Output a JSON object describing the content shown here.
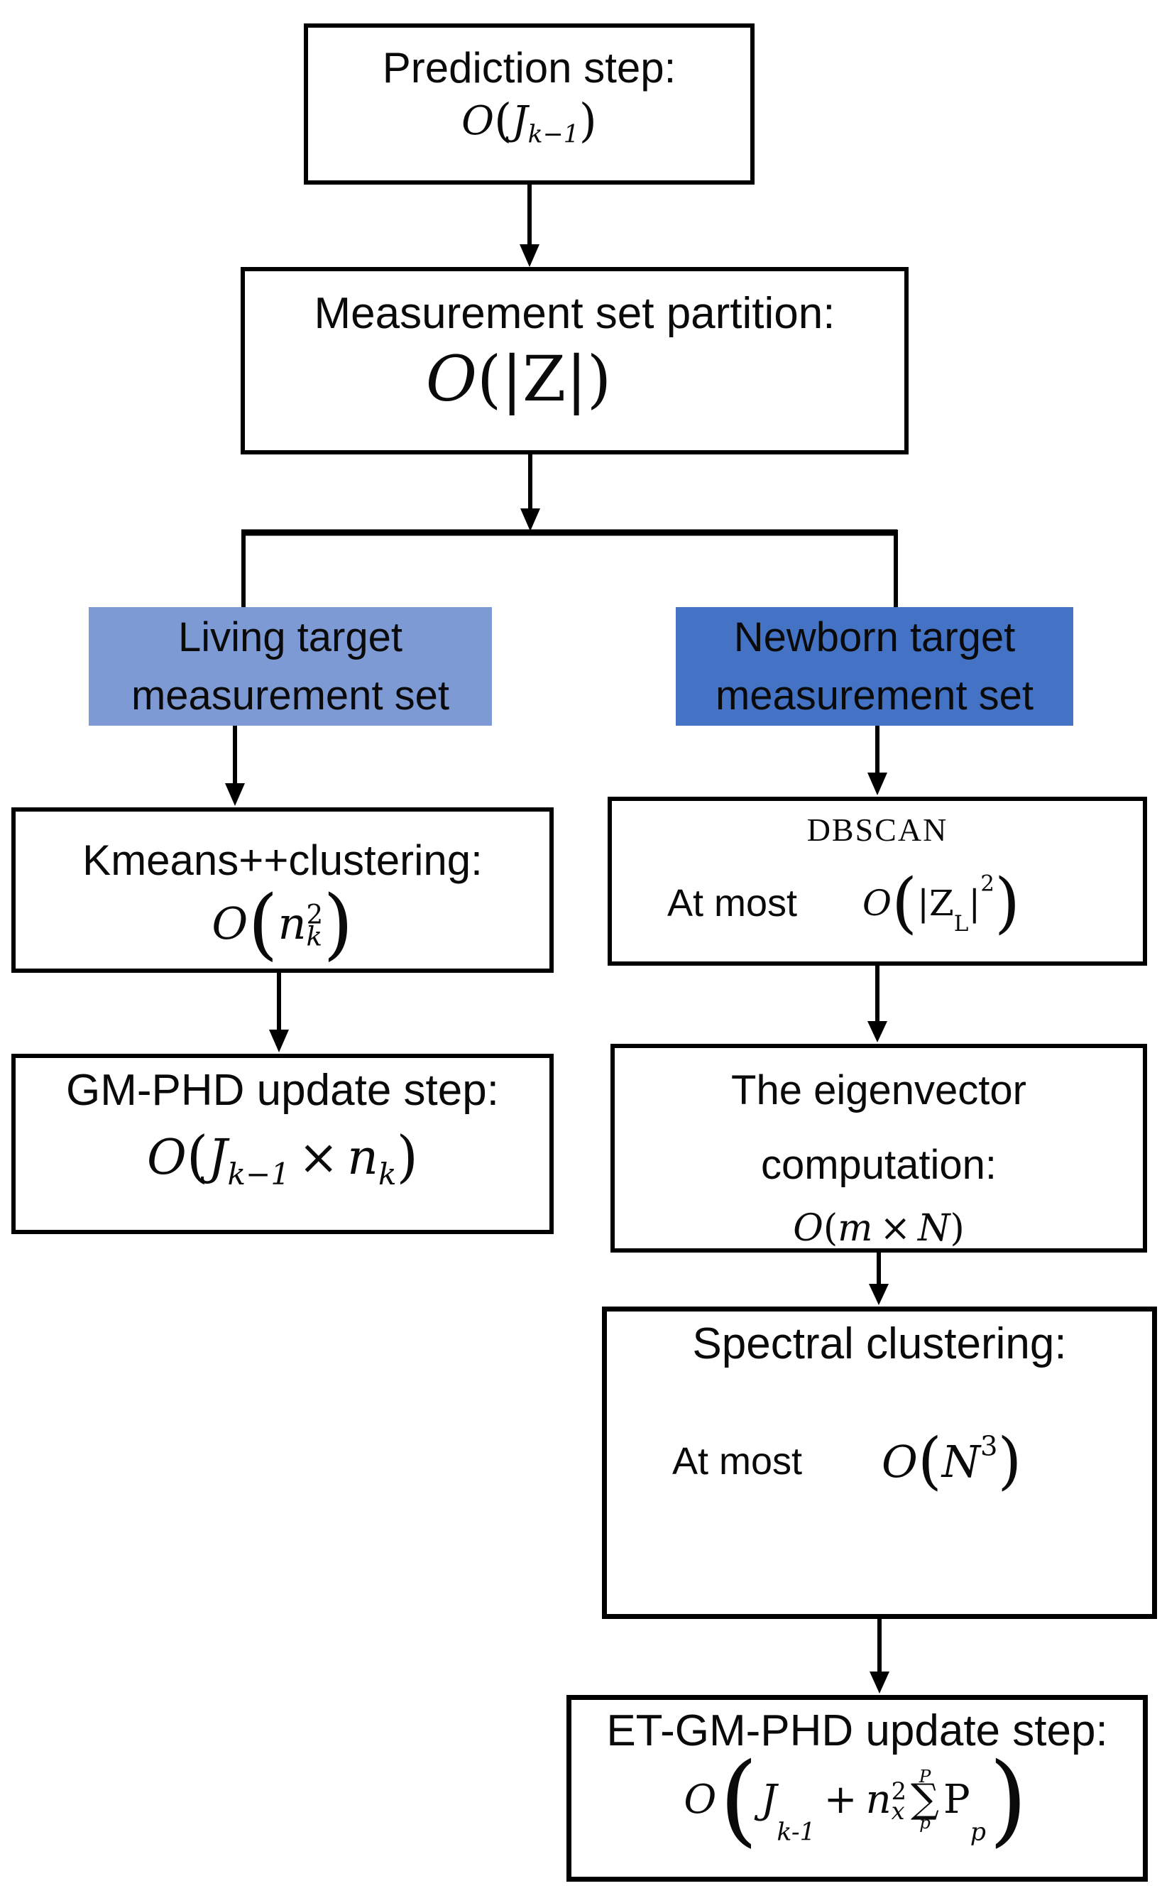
{
  "colors": {
    "living_box_fill": "#7E9AD4",
    "newborn_box_fill": "#4472C4",
    "line_color": "#000000",
    "text_color": "#0A0A0A",
    "background": "#FFFFFF"
  },
  "boxes": {
    "prediction": {
      "title": "Prediction step:",
      "formula": {
        "o": "O",
        "lp": "(",
        "j": "J",
        "jsub": "k−1",
        "rp": ")"
      }
    },
    "partition": {
      "title": "Measurement set partition:",
      "formula": {
        "o": "O",
        "lp": "(",
        "b1": "|",
        "z": "Z",
        "b2": "|",
        "rp": ")"
      }
    },
    "living": {
      "line1": "Living target",
      "line2": "measurement set"
    },
    "newborn": {
      "line1": "Newborn target",
      "line2": "measurement set"
    },
    "kmeans": {
      "title": "Kmeans++clustering:",
      "formula": {
        "o": "O",
        "lp": "(",
        "n": "n",
        "nsup": "2",
        "nsub": "k",
        "rp": ")"
      }
    },
    "gmphd": {
      "title": "GM-PHD update step:",
      "formula": {
        "o": "O",
        "lp": "(",
        "j": "J",
        "jsub": "k−1",
        "times": "×",
        "n": "n",
        "nsub": "k",
        "rp": ")"
      }
    },
    "dbscan": {
      "title": "DBSCAN",
      "prefix": "At most",
      "formula": {
        "o": "O",
        "lp": "(",
        "b1": "|",
        "z": "Z",
        "zsub": "L",
        "b2": "|",
        "sup": "2",
        "rp": ")"
      }
    },
    "eigen": {
      "title_line1": "The eigenvector",
      "title_line2": "computation:",
      "formula": {
        "o": "O",
        "lp": "(",
        "m": "m",
        "times": "×",
        "n": "N",
        "rp": ")"
      }
    },
    "spectral": {
      "title": "Spectral clustering:",
      "prefix": "At most",
      "formula": {
        "o": "O",
        "lp": "(",
        "n": "N",
        "sup": "3",
        "rp": ")"
      }
    },
    "et": {
      "title": "ET-GM-PHD update step:",
      "formula": {
        "o": "O",
        "lp": "(",
        "j": "J",
        "jsub": "k-1",
        "plus": "+",
        "n": "n",
        "nsup": "2",
        "nsub": "x",
        "sumtop": "P",
        "sigma": "∑",
        "sumbot": "p",
        "pp": "P",
        "psub": "p",
        "rp": ")"
      }
    }
  }
}
